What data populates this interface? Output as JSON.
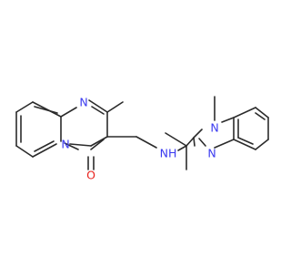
{
  "colors": {
    "background": "#ffffff",
    "bond": "#2b2b2b",
    "nitrogen": "#3b3bf0",
    "oxygen": "#e8231e"
  },
  "atoms": {
    "n_ring_top": {
      "text": "N",
      "element": "nitrogen"
    },
    "n_ring_bridge": {
      "text": "N",
      "element": "nitrogen"
    },
    "o_carbonyl": {
      "text": "O",
      "element": "oxygen"
    },
    "nh_amine": {
      "text": "NH",
      "element": "nitrogen"
    },
    "n_methyl_imidazole": {
      "text": "N",
      "element": "nitrogen"
    },
    "n_imidazole": {
      "text": "N",
      "element": "nitrogen"
    }
  }
}
